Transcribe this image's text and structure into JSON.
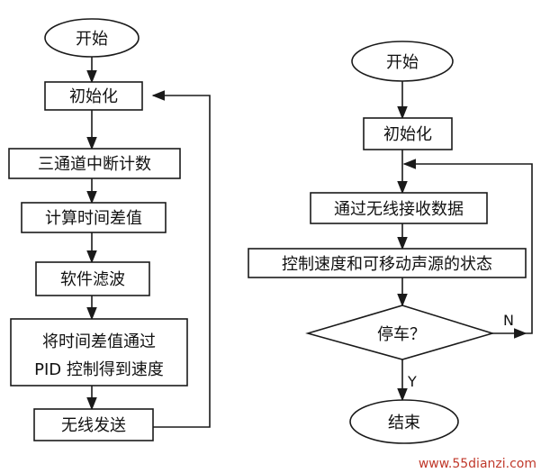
{
  "colors": {
    "stroke": "#1a1a1a",
    "text": "#111111",
    "background": "#ffffff",
    "watermark": "#c0392b"
  },
  "left_flow": {
    "start": "开始",
    "init": "初始化",
    "count": "三通道中断计数",
    "calc": "计算时间差值",
    "filter": "软件滤波",
    "speed_line1": "将时间差值通过",
    "speed_line2": "PID 控制得到速度",
    "send": "无线发送"
  },
  "right_flow": {
    "start": "开始",
    "init": "初始化",
    "receive": "通过无线接收数据",
    "control": "控制速度和可移动声源的状态",
    "decision": "停车？",
    "no_label": "N",
    "yes_label": "Y",
    "end": "结束"
  },
  "watermark": "www.55dianzi.com"
}
